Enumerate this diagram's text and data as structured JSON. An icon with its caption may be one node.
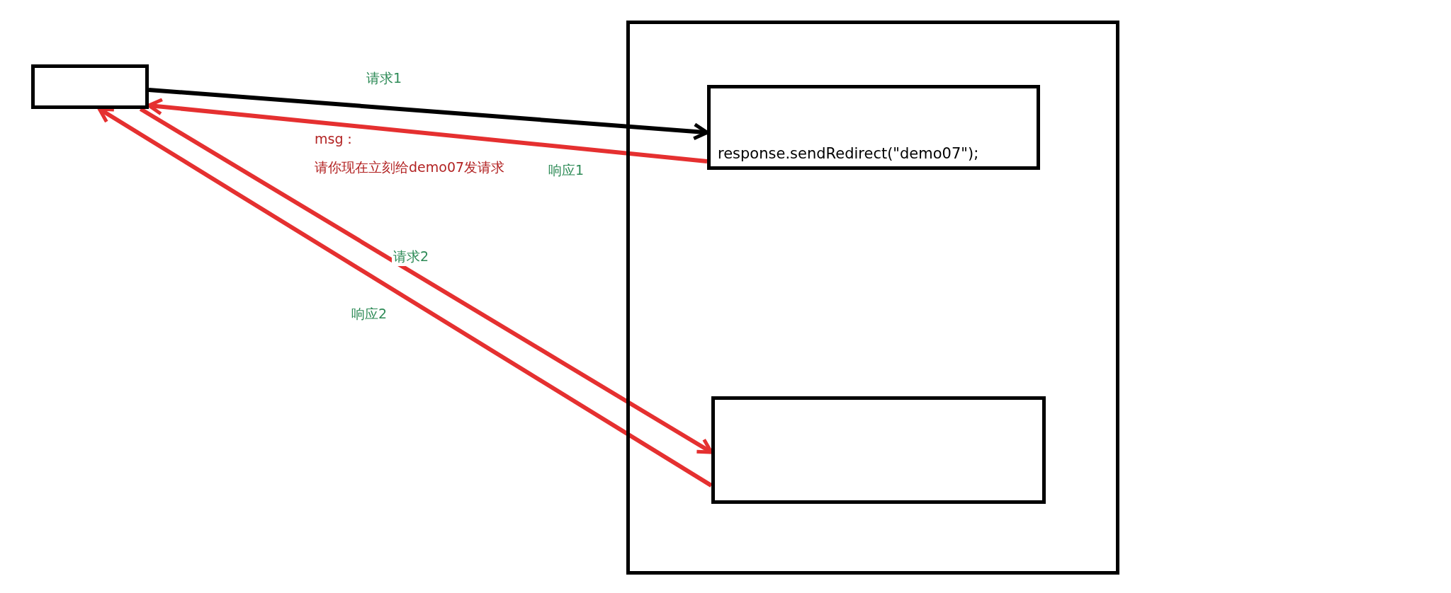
{
  "diagram": {
    "nodes": [
      {
        "text": [],
        "shape": "box"
      },
      {
        "text": [],
        "shape": "box"
      },
      {
        "text": [
          "response.sendRedirect(\"demo07\");"
        ],
        "in": 1
      },
      {
        "text": [],
        "shape": "box",
        "in": 1
      }
    ],
    "edges": [
      {
        "from": 0,
        "to": 2,
        "arrow": "to",
        "label": "请求1",
        "color": "#000000"
      },
      {
        "from": 2,
        "to": 0,
        "arrow": "to",
        "label": "响应1"
      },
      {
        "from": 0,
        "to": 3,
        "arrow": "to",
        "label": "请求2"
      },
      {
        "from": 3,
        "to": 0,
        "arrow": "to",
        "label": "响应2"
      }
    ],
    "labels": [
      "msg：",
      "请你现在立刻给demo07发请求"
    ]
  }
}
